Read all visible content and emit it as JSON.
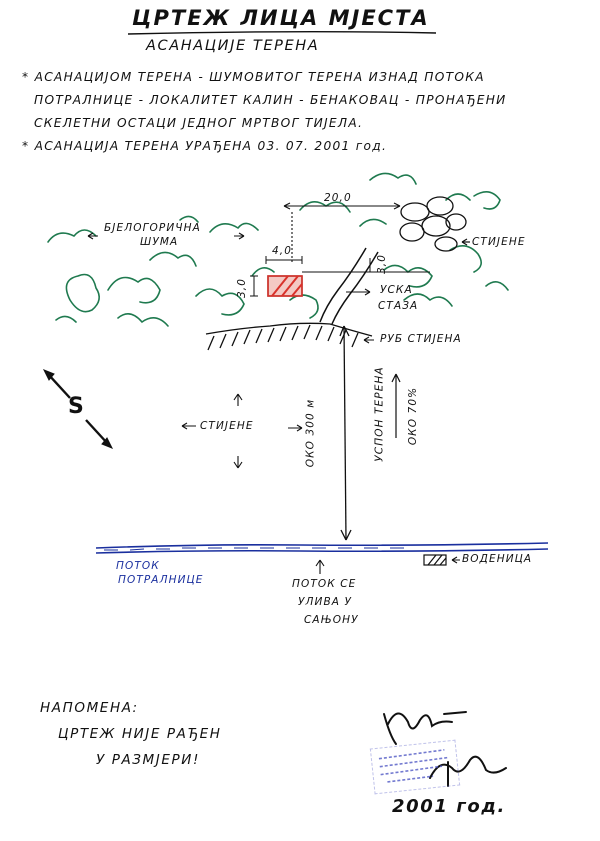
{
  "header": {
    "title": "ЦРТЕЖ ЛИЦА МЈЕСТА",
    "subtitle": "АСАНАЦИЈЕ ТЕРЕНА"
  },
  "notes": [
    "* АСАНАЦИЈОМ ТЕРЕНА - ШУМОВИТОГ ТЕРЕНА ИЗНАД ПОТОКА",
    "ПОТРАЛНИЦЕ - ЛОКАЛИТЕТ КАЛИН - БЕНАКОВАЦ - ПРОНАЂЕНИ",
    "СКЕЛЕТНИ ОСТАЦИ ЈЕДНОГ МРТВОГ ТИЈЕЛА.",
    "* АСАНАЦИЈА ТЕРЕНА УРАЂЕНА 03. 07. 2001 год."
  ],
  "diagram": {
    "forest_label_1": "БЈЕЛОГОРИЧНА",
    "forest_label_2": "ШУМА",
    "distance_top": "20,0",
    "stones_label": "СТИЈЕНЕ",
    "dim_width": "4,0",
    "dim_height": "3,0",
    "dim_small": "3,0",
    "path_label_1": "УСКА",
    "path_label_2": "СТАЗА",
    "slope_edge_label": "РУБ СТИЈЕНА",
    "compass_letter": "S",
    "stones_label_2": "СТИЈЕНЕ",
    "distance_vertical": "ОКО 300 м",
    "slope_label": "УСПОН ТЕРЕНА",
    "slope_value": "ОКО 70%",
    "mill_label": "ВОДЕНИЦА",
    "stream_label_1": "ПОТОК",
    "stream_label_2": "ПОТРАЛНИЦЕ",
    "flow_label_1": "ПОТОК СЕ",
    "flow_label_2": "УЛИВА У",
    "flow_label_3": "САЊОНУ"
  },
  "footer": {
    "note_title": "НАПОМЕНА:",
    "note_line_1": "ЦРТЕЖ НИЈЕ РАЂЕН",
    "note_line_2": "У РАЗМЈЕРИ!",
    "signature": "Марић",
    "year": "2001 год."
  },
  "colors": {
    "ink": "#111111",
    "forest": "#1f7a4f",
    "stream": "#1a2f9e",
    "body_fill": "#d9322b",
    "stamp": "#5b63c8"
  }
}
